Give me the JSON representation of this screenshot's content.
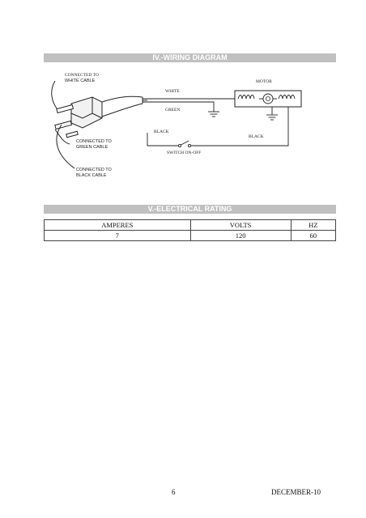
{
  "sections": {
    "wiring_title": "IV.-WIRING DIAGRAM",
    "rating_title": "V.-ELECTRICAL RATING"
  },
  "diagram": {
    "connected_white_1": "CONNECTED TO",
    "connected_white_2": "WHITE CABLE",
    "connected_green_1": "CONNECTED TO",
    "connected_green_2": "GREEN CABLE",
    "connected_black_1": "CONNECTED TO",
    "connected_black_2": "BLACK CABLE",
    "white": "WHITE",
    "green": "GREEN",
    "black_left": "BLACK",
    "black_right": "BLACK",
    "motor": "MOTOR",
    "switch": "SWITCH ON-OFF"
  },
  "rating_table": {
    "headers": [
      "AMPERES",
      "VOLTS",
      "HZ"
    ],
    "values": [
      "7",
      "120",
      "60"
    ]
  },
  "footer": {
    "page_number": "6",
    "date": "DECEMBER-10"
  }
}
